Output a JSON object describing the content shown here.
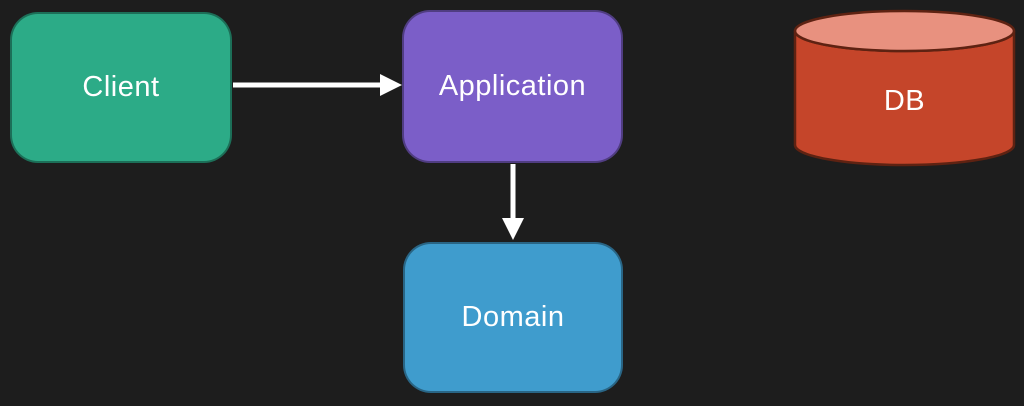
{
  "diagram": {
    "background_color": "#1d1d1d",
    "text_color": "#ffffff",
    "arrow_color": "#ffffff",
    "nodes": [
      {
        "id": "client",
        "label": "Client",
        "shape": "rounded-rect",
        "color": "#2cab87"
      },
      {
        "id": "application",
        "label": "Application",
        "shape": "rounded-rect",
        "color": "#7b5ec8"
      },
      {
        "id": "domain",
        "label": "Domain",
        "shape": "rounded-rect",
        "color": "#3f9ccd"
      },
      {
        "id": "db",
        "label": "DB",
        "shape": "cylinder",
        "color": "#c5452a",
        "top_color": "#e8917f"
      }
    ],
    "edges": [
      {
        "from": "client",
        "to": "application",
        "direction": "right"
      },
      {
        "from": "application",
        "to": "domain",
        "direction": "down"
      }
    ]
  }
}
